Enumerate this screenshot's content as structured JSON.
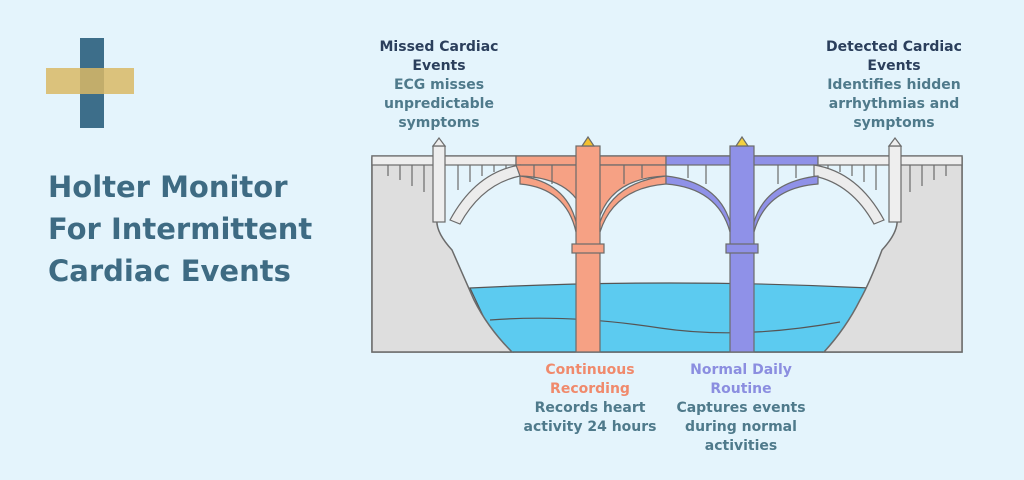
{
  "title_lines": [
    "Holter Monitor",
    "For Intermittent",
    "Cardiac Events"
  ],
  "callouts": {
    "missed": {
      "heading": "Missed Cardiac Events",
      "body": "ECG misses unpredictable symptoms"
    },
    "detected": {
      "heading": "Detected Cardiac Events",
      "body": "Identifies hidden arrhythmias and symptoms"
    },
    "continuous": {
      "heading": "Continuous Recording",
      "body": "Records heart activity 24 hours"
    },
    "routine": {
      "heading": "Normal Daily Routine",
      "body": "Captures events during normal activities"
    }
  },
  "colors": {
    "title": "#3e6b83",
    "heading_dark": "#2b3f5c",
    "body_text": "#4f7a8b",
    "continuous": "#f6a184",
    "routine": "#8f91e8",
    "water": "#5ccbf0",
    "cliff": "#dcdcdc",
    "logo_blue": "#3d6e8a",
    "logo_gold": "#d9b865"
  }
}
